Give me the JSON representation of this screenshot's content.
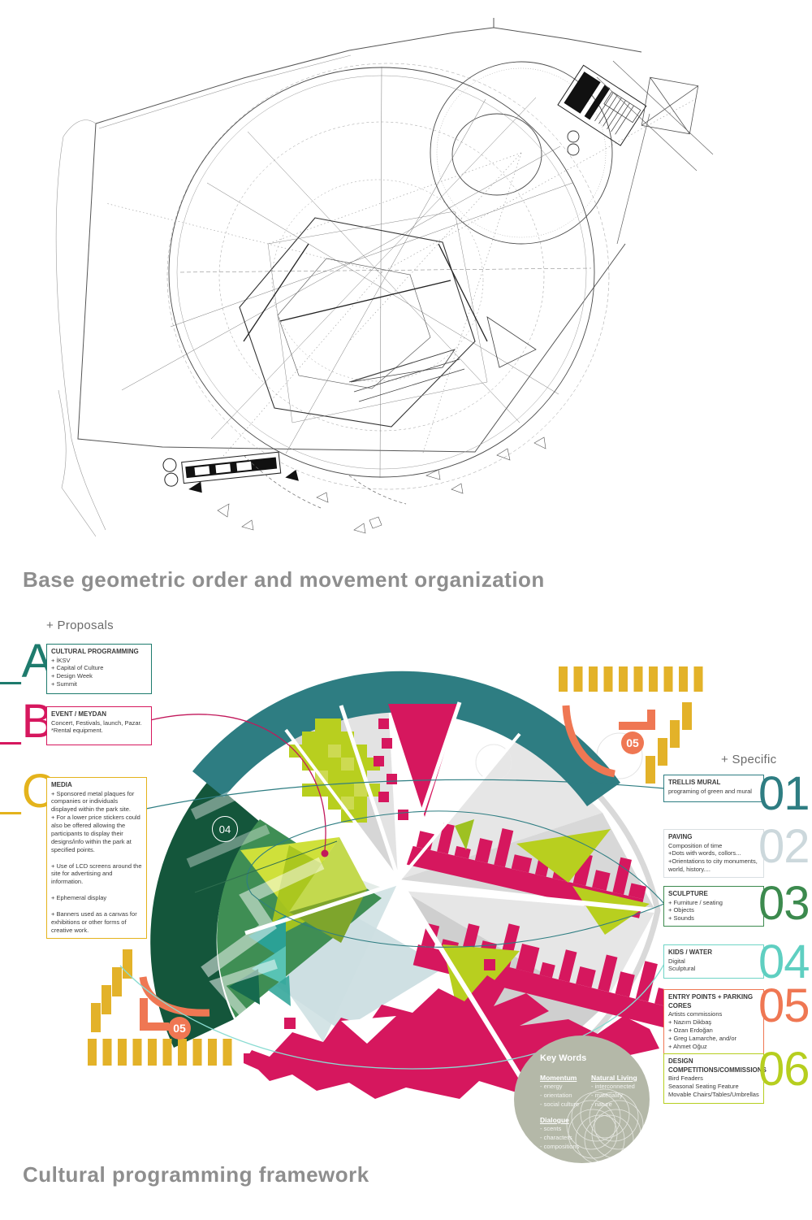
{
  "captions": {
    "top": "Base geometric order and movement organization",
    "bottom": "Cultural programming framework"
  },
  "proposals": {
    "header": "+ Proposals",
    "items": [
      {
        "prefix": "_",
        "letter": "A",
        "color": "#1e7b6d",
        "title": "CULTURAL PROGRAMMING",
        "lines": [
          "+ İKSV",
          "+ Capital of Culture",
          "+ Design Week",
          "+ Summit"
        ]
      },
      {
        "prefix": "_",
        "letter": "B",
        "color": "#d6175e",
        "title": "EVENT / MEYDAN",
        "lines": [
          "Concert, Festivals, launch, Pazar.",
          "*Rental equipment."
        ]
      },
      {
        "prefix": "_",
        "letter": "C",
        "color": "#e4b31c",
        "title": "MEDIA",
        "lines": [
          "+ Sponsored metal plaques for companies or individuals displayed within the park site.",
          "+ For a lower price stickers could also be offered allowing the participants to display their designs/info within the park at specified points.",
          "",
          "+ Use of LCD screens around the site for advertising and information.",
          "",
          "+ Ephemeral display",
          "",
          "+ Banners used as a canvas for exhibitions or other forms of creative work."
        ]
      }
    ]
  },
  "specific": {
    "header": "+ Specific",
    "items": [
      {
        "number": "01",
        "color": "#2e7d82",
        "title": "TRELLIS MURAL",
        "lines": [
          "programing of green and mural"
        ]
      },
      {
        "number": "02",
        "color": "#ccd8dc",
        "title": "PAVING",
        "lines": [
          "Composition of time",
          "+Dots with words, collors...",
          "+Orientations to city monuments, world, history...."
        ]
      },
      {
        "number": "03",
        "color": "#3c8a4e",
        "title": "SCULPTURE",
        "lines": [
          "+ Furniture / seating",
          "+ Objects",
          "+ Sounds"
        ]
      },
      {
        "number": "04",
        "color": "#5fcfc1",
        "title": "KIDS / WATER",
        "lines": [
          "Digital",
          "Sculptural"
        ]
      },
      {
        "number": "05",
        "color": "#ef7753",
        "title": "ENTRY POINTS + PARKING CORES",
        "lines": [
          "Artists commissions",
          "+ Nazım Dikbaş",
          "+ Ozan Erdoğan",
          "+ Greg Lamarche, and/or",
          "+ Ahmet Oğuz"
        ]
      },
      {
        "number": "06",
        "color": "#b6ce1f",
        "title": "DESIGN COMPETITIONS/COMMISSIONS",
        "lines": [
          "Bird Feaders",
          "Seasonal Seating Feature",
          "Movable Chairs/Tables/Umbrellas"
        ]
      }
    ]
  },
  "badges": {
    "entry_marker": "05",
    "kids_marker": "04"
  },
  "keywords": {
    "title": "Key Words",
    "groups": [
      {
        "heading": "Momentum",
        "items": [
          "- energy",
          "- orientation",
          "- social culture"
        ]
      },
      {
        "heading": "Natural Living",
        "items": [
          "- interconnected",
          "- materiality",
          "- nature"
        ]
      },
      {
        "heading": "Dialogue",
        "items": [
          "- scents",
          "- characters",
          "- compositions"
        ]
      }
    ]
  },
  "colors": {
    "teal_arc": "#2e7d82",
    "dark_green": "#14563b",
    "mid_green": "#3f8e54",
    "lime": "#b8cf1f",
    "crimson": "#d6175e",
    "orange": "#ef7753",
    "yellow": "#e3b229",
    "turquoise": "#5fcfc1",
    "pale_blue": "#ccdee1",
    "gray_sector": "#dcdcdc",
    "keywords_bg": "#b4b8a8",
    "caption_gray": "#8e8e8e"
  }
}
